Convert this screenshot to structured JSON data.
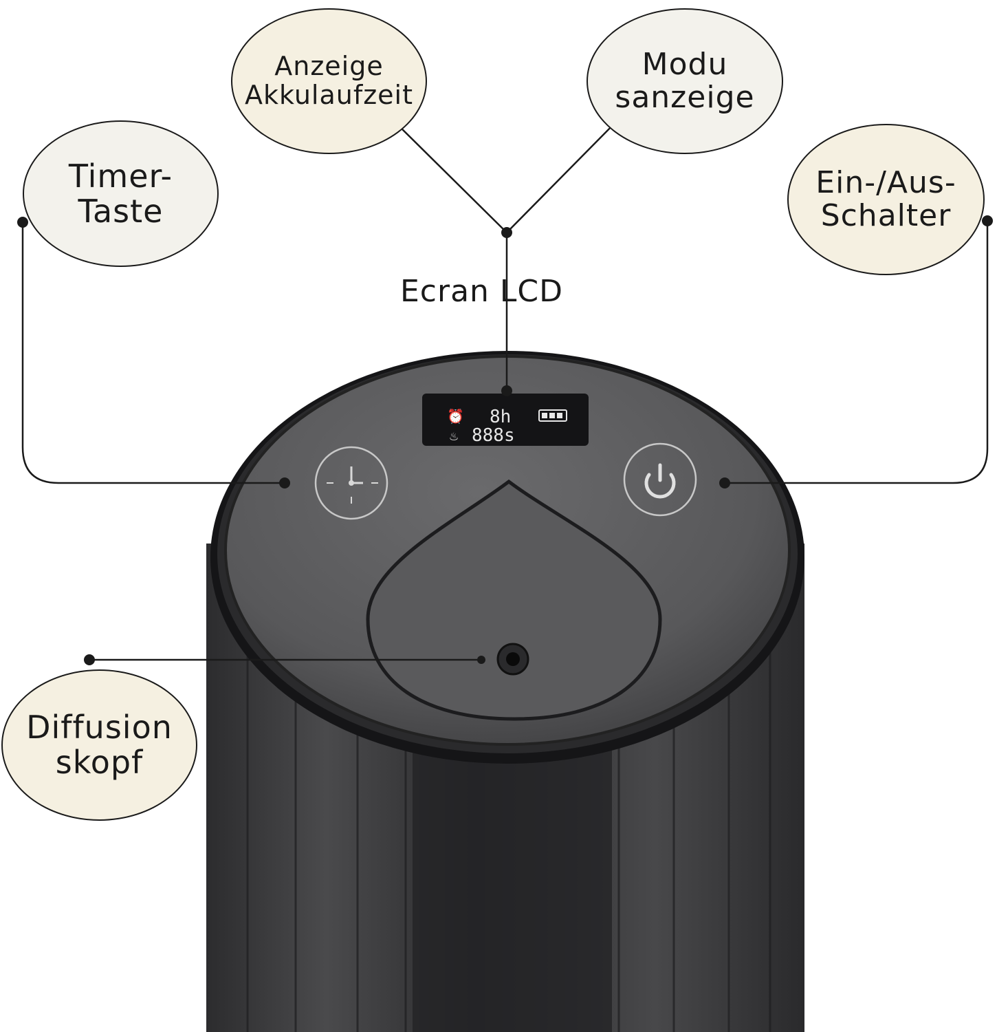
{
  "labels": {
    "timer_button": [
      "Timer-",
      "Taste"
    ],
    "battery_display": [
      "Anzeige",
      "Akkulaufzeit"
    ],
    "mode_display": [
      "Modu",
      "sanzeige"
    ],
    "power_switch": [
      "Ein-/Aus-",
      "Schalter"
    ],
    "lcd_screen": "Ecran LCD",
    "diffusion_head": [
      "Diffusion",
      "skopf"
    ]
  },
  "lcd": {
    "hours": "8h",
    "seconds": "888s"
  },
  "colors": {
    "bubble_cream": "#f5f0e1",
    "bubble_offwhite": "#f3f2ec",
    "device_body": "#3a3a3c",
    "device_top": "#5c5c5e",
    "leader_line": "#1a1a1a"
  }
}
